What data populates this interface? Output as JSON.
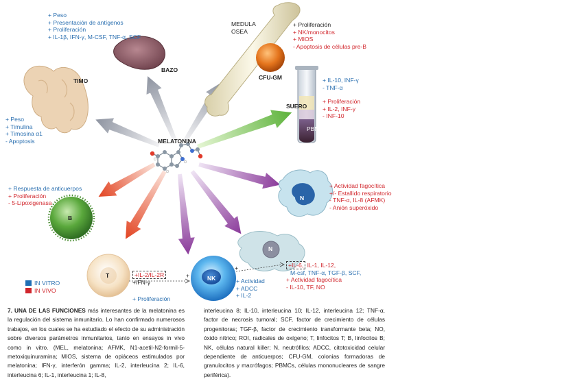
{
  "center": {
    "label": "MELATONINA"
  },
  "colors": {
    "in_vitro": "#1f6fb5",
    "in_vivo": "#d1262c"
  },
  "bazo": {
    "name": "BAZO",
    "effects": [
      "+ Peso",
      "+ Presentación de antígenos",
      "+ Proliferación",
      "+ IL-1β, IFN-γ, M-CSF, TNF-α, SCF"
    ]
  },
  "medula": {
    "name_line1": "MEDULA",
    "name_line2": "OSEA",
    "cfu_label": "CFU-GM",
    "effects": [
      {
        "text": "+ Proliferación",
        "tone": "dark"
      },
      {
        "text": "+ NK/monocitos",
        "tone": "red"
      },
      {
        "text": "+ MIOS",
        "tone": "red"
      },
      {
        "text": "- Apoptosis de células pre-B",
        "tone": "red"
      }
    ]
  },
  "timo": {
    "name": "TIMO",
    "effects": [
      "+ Peso",
      "+ Timulina",
      "+ Timosina α1",
      "- Apoptosis"
    ]
  },
  "suero": {
    "name": "SUERO",
    "pbmc_label": "PBMCs",
    "effects_blue": [
      "+ IL-10, INF-γ",
      "- TNF-α"
    ],
    "effects_red": [
      "+ Proliferación",
      "+ IL-2, INF-γ",
      "- INF-10"
    ]
  },
  "neutrophil_top": {
    "label": "N",
    "effects": [
      "+ Actividad fagocítica",
      "+/- Estallido respiratorio",
      "- TNF-α, IL-8 (AFMK)",
      "- Anión superóxido"
    ]
  },
  "bcell": {
    "label": "B",
    "effects": [
      {
        "text": "+ Respuesta de anticuerpos",
        "tone": "blue"
      },
      {
        "text": "+ Proliferación",
        "tone": "red"
      },
      {
        "text": "- 5-Lipoxigenasa",
        "tone": "red"
      }
    ]
  },
  "tcell": {
    "label": "T",
    "il2": "+IL-2/IL-2R",
    "ifn": "+IFN-γ",
    "prolif": "+ Proliferación",
    "plus": "+"
  },
  "nk": {
    "label": "NK",
    "effects": [
      "+ Actividad",
      "+ ADCC",
      "+ IL-2"
    ],
    "plus": "+"
  },
  "neutrophil_bottom": {
    "label": "N",
    "line1_a": "+IL-6,",
    "line1_b": " IL-1, IL-12,",
    "line2": "M-csf, TNF-α, TGF-β, SCF,",
    "line3": "+ Actividad fagocítica",
    "line4": "- IL-10, TF, NO"
  },
  "legend": {
    "in_vitro": "IN VITRO",
    "in_vivo": "IN VIVO"
  },
  "caption": {
    "title": "7. UNA DE LAS FUNCIONES",
    "left_text": " más interesantes de la melatonina es la regulación del sistema inmunitario. Lo han confirmado numerosos trabajos, en los cuales se ha estudiado el efecto de su administración sobre diversos parámetros inmunitarios, tanto en ensayos in vivo como in vitro. (MEL, melatonina; AFMK, N1-acetil-N2-formil-5-metoxiquinuramina; MIOS, sistema de opiáceos estimulados por melatonina; IFN-γ, interferón gamma; IL-2, interleucina 2; IL-6, interleucina 6; IL-1, interleucina 1; IL-8,",
    "right_text": "interleucina 8; IL-10, interleucina 10; IL-12, interleucina 12; TNF-α, factor de necrosis tumoral; SCF, factor de crecimiento de células progenitoras; TGF-β, factor de crecimiento transformante beta; NO, óxido nítrico; ROI, radicales de oxígeno; T, linfocitos T; B, linfocitos B; NK, células natural killer; N, neutrófilos; ADCC, citotoxicidad celular dependiente de anticuerpos; CFU-GM, colonias formadoras de granulocitos y macrófagos; PBMCs, células mononucleares de sangre periférica)."
  }
}
